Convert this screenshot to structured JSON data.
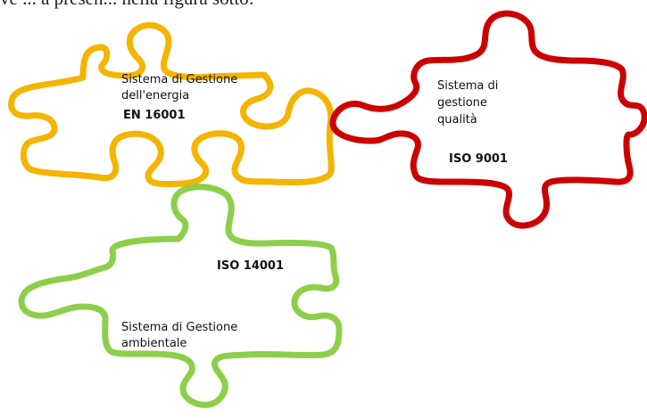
{
  "header_fragment": "ve ... a presen... nella figura sotto:",
  "puzzle_pieces": [
    {
      "id": "energy",
      "color": "#f4b400",
      "title_line1": "Sistema di Gestione",
      "title_line2": "dell'energia",
      "standard": "EN 16001"
    },
    {
      "id": "quality",
      "color": "#cc0000",
      "title_line1": "Sistema di",
      "title_line2": "gestione",
      "title_line3": "qualità",
      "standard": "ISO 9001"
    },
    {
      "id": "environment",
      "color": "#8dcf4a",
      "standard": "ISO 14001",
      "title_line1": "Sistema di Gestione",
      "title_line2": "ambientale"
    }
  ]
}
